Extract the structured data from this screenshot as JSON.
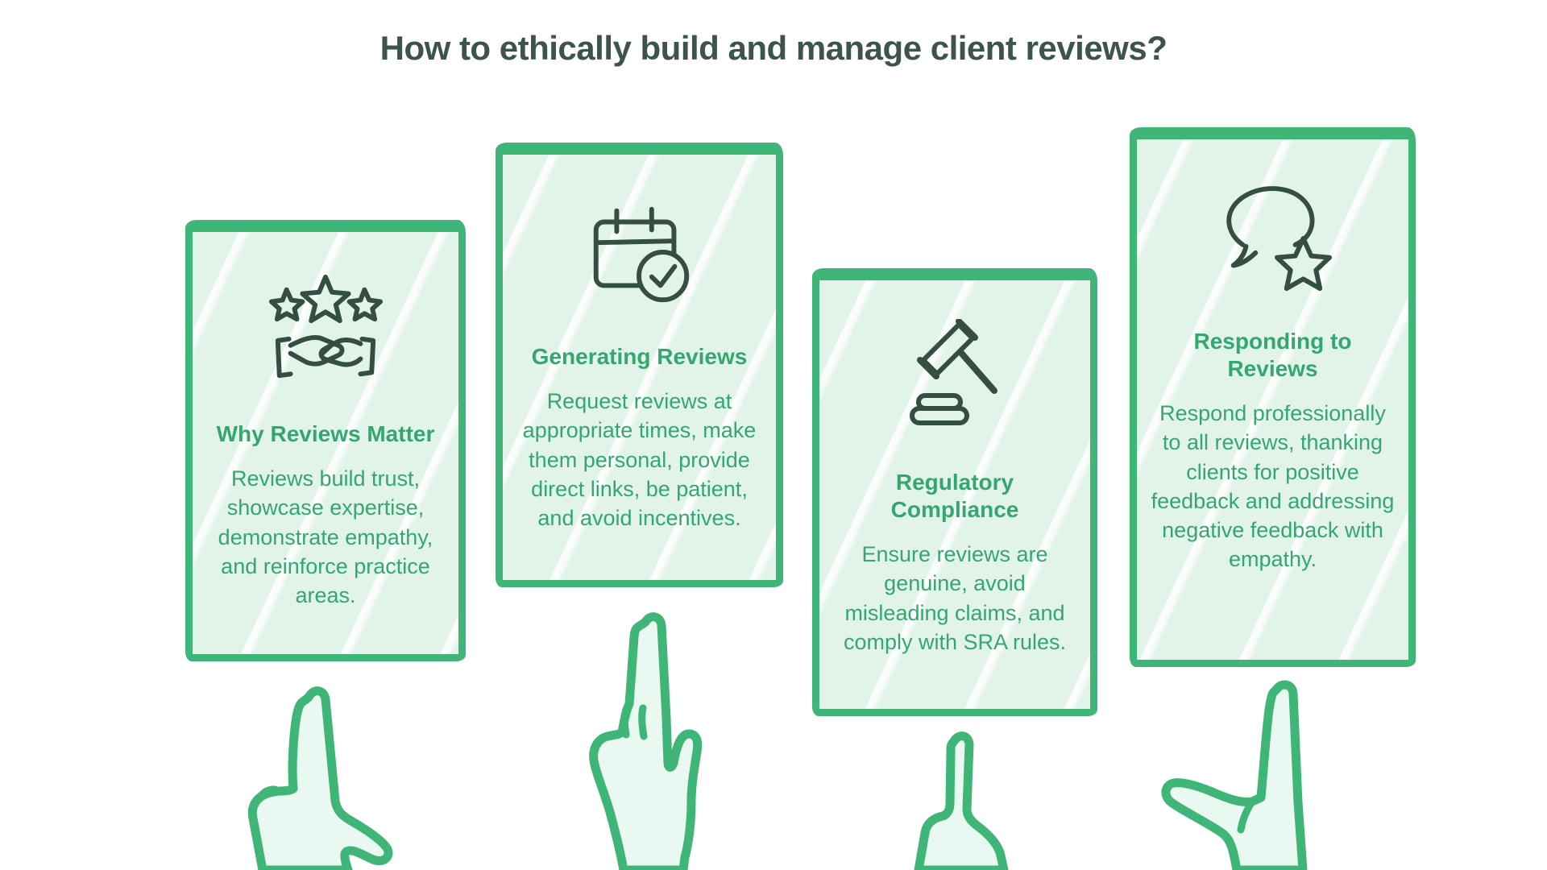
{
  "title": "How to ethically build and manage client reviews?",
  "colors": {
    "green": "#3fb577",
    "card_fill": "#e2f4e9",
    "text_green": "#34a770",
    "heading": "#3d5449",
    "icon": "#344e41",
    "hand_fill": "#e9f8f0"
  },
  "cards": [
    {
      "icon": "three-stars-handshake-icon",
      "title": "Why Reviews Matter",
      "body": "Reviews build trust, showcase expertise, demonstrate empathy, and reinforce practice areas."
    },
    {
      "icon": "calendar-check-icon",
      "title": "Generating Reviews",
      "body": "Request reviews at appropriate times, make them personal, provide direct links, be patient, and avoid incentives."
    },
    {
      "icon": "gavel-icon",
      "title": "Regulatory Compliance",
      "body": "Ensure reviews are genuine, avoid misleading claims, and comply with SRA rules."
    },
    {
      "icon": "speech-bubble-star-icon",
      "title": "Responding to Reviews",
      "body": "Respond professionally to all reviews, thanking clients for positive feedback and addressing negative feedback with empathy."
    }
  ],
  "hands": [
    "pointing-hand-tilted",
    "pointing-hand-upright",
    "pointing-hand-partial",
    "pointing-hand-thumb-out"
  ]
}
